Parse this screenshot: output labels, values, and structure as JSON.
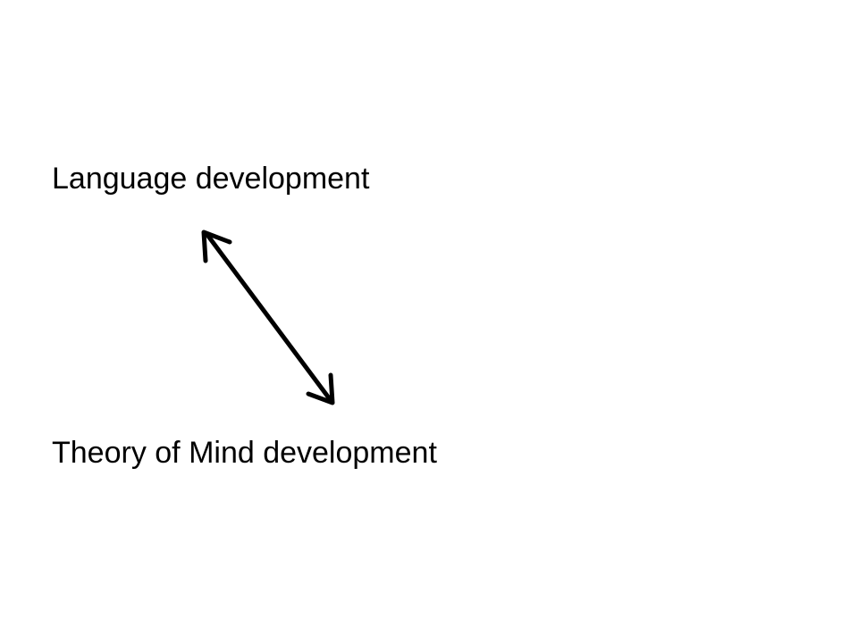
{
  "diagram": {
    "nodes": [
      {
        "id": "language",
        "label": "Language development"
      },
      {
        "id": "tom",
        "label": "Theory of Mind development"
      }
    ],
    "edges": [
      {
        "from": "language",
        "to": "tom",
        "direction": "bidirectional"
      }
    ],
    "colors": {
      "background": "#ffffff",
      "text": "#000000",
      "arrow": "#000000"
    }
  }
}
